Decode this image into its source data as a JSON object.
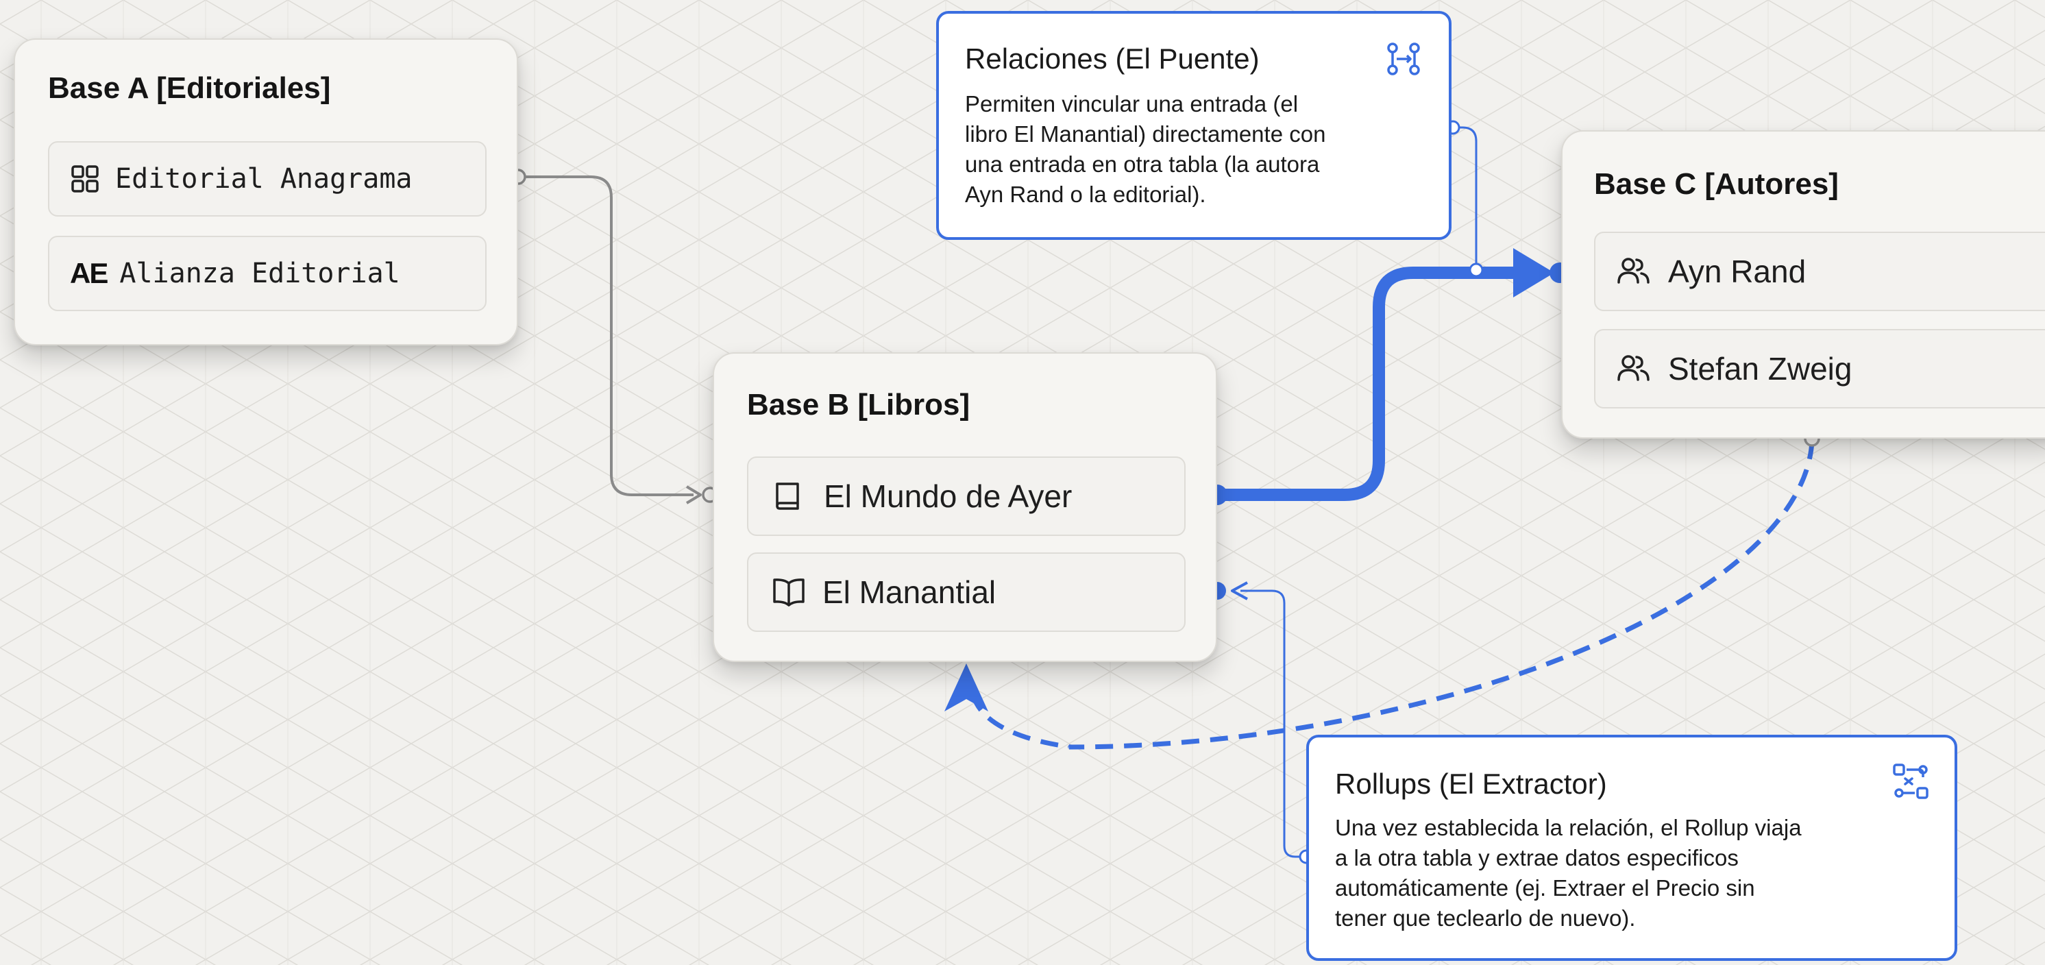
{
  "bases": {
    "a": {
      "title": "Base A [Editoriales]",
      "items": [
        {
          "label": "Editorial Anagrama",
          "icon": "grid-icon"
        },
        {
          "label": "Alianza Editorial",
          "icon": "ae-logo-icon",
          "icon_text": "AE"
        }
      ]
    },
    "b": {
      "title": "Base B [Libros]",
      "items": [
        {
          "label": "El Mundo de Ayer",
          "icon": "book-icon"
        },
        {
          "label": "El Manantial",
          "icon": "open-book-icon"
        }
      ]
    },
    "c": {
      "title": "Base C [Autores]",
      "items": [
        {
          "label": "Ayn Rand",
          "icon": "users-icon"
        },
        {
          "label": "Stefan Zweig",
          "icon": "users-icon"
        }
      ]
    }
  },
  "callouts": {
    "relaciones": {
      "title": "Relaciones (El Puente)",
      "lines": [
        "Permiten vincular una entrada (el",
        "libro El Manantial) directamente con",
        "una entrada en otra tabla (la autora",
        "Ayn Rand o la editorial)."
      ],
      "icon": "relation-link-icon"
    },
    "rollups": {
      "title": "Rollups (El Extractor)",
      "lines": [
        "Una vez establecida la relación, el Rollup viaja",
        "a la otra tabla y extrae datos especificos",
        "automáticamente (ej. Extraer el Precio sin",
        "tener que teclearlo de nuevo)."
      ],
      "icon": "rollup-extract-icon"
    }
  },
  "colors": {
    "accent": "#3a6ee0",
    "connector_gray": "#8a8a8a",
    "background": "#f2f1ee",
    "card": "#f6f5f2"
  }
}
